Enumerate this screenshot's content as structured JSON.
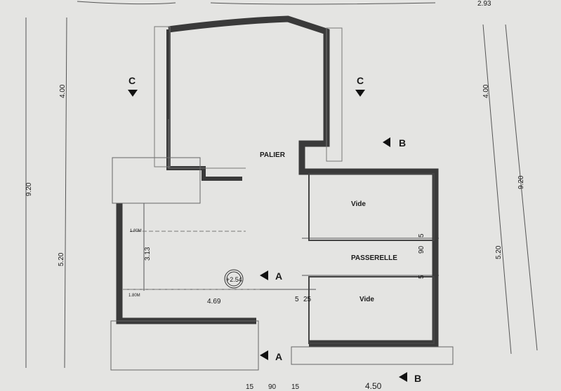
{
  "plan": {
    "rooms": {
      "landing": "PALIER",
      "void_top": "Vide",
      "void_bottom": "Vide",
      "walkway": "PASSERELLE"
    },
    "level_marker": "+2.54",
    "section_marks": {
      "c": "C",
      "b": "B",
      "a": "A"
    },
    "dimensions": {
      "top_right": "2.93",
      "left_total": "9.20",
      "left_upper": "4.00",
      "left_lower": "5.20",
      "right_total": "9.20",
      "right_upper": "4.00",
      "right_lower": "5.20",
      "room_height": "3.13",
      "room_width": "4.69",
      "ceiling_1": "1.80M",
      "ceiling_2": "1.80M",
      "d5a": "5",
      "d25": "25",
      "d5b": "5",
      "d90": "90",
      "d5c": "5",
      "bottom_15a": "15",
      "bottom_90": "90",
      "bottom_15b": "15",
      "bottom_450": "4.50"
    }
  },
  "colors": {
    "paper": "#e4e4e2",
    "wall": "#3a3a3a",
    "line": "#555555"
  }
}
